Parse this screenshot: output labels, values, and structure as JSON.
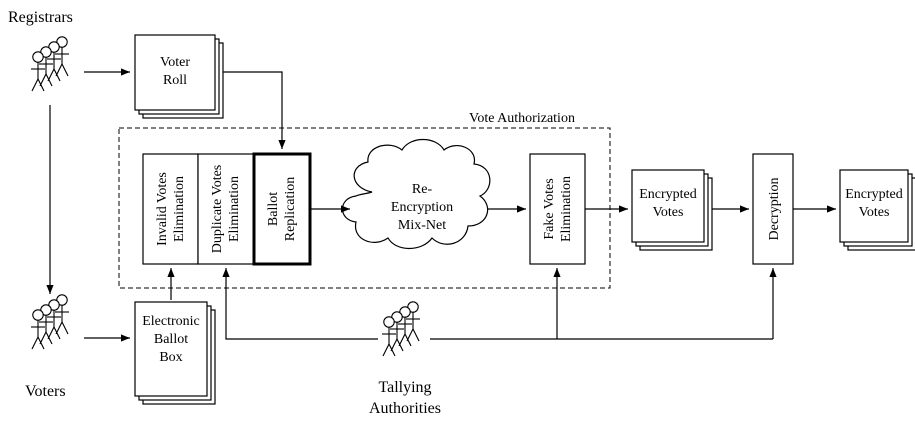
{
  "actors": {
    "registrars": "Registrars",
    "voters": "Voters",
    "tallying_line1": "Tallying",
    "tallying_line2": "Authorities"
  },
  "documents": {
    "voter_roll_line1": "Voter",
    "voter_roll_line2": "Roll",
    "ballot_box_line1": "Electronic",
    "ballot_box_line2": "Ballot",
    "ballot_box_line3": "Box",
    "encrypted1_line1": "Encrypted",
    "encrypted1_line2": "Votes",
    "encrypted2_line1": "Encrypted",
    "encrypted2_line2": "Votes"
  },
  "group": {
    "title": "Vote Authorization"
  },
  "processes": {
    "invalid_line1": "Invalid Votes",
    "invalid_line2": "Elimination",
    "duplicate_line1": "Duplicate Votes",
    "duplicate_line2": "Elimination",
    "ballot_line1": "Ballot",
    "ballot_line2": "Replication",
    "fake_line1": "Fake Votes",
    "fake_line2": "Elimination",
    "decryption": "Decryption"
  },
  "mixnet": {
    "line1": "Re-",
    "line2": "Encryption",
    "line3": "Mix-Net"
  }
}
